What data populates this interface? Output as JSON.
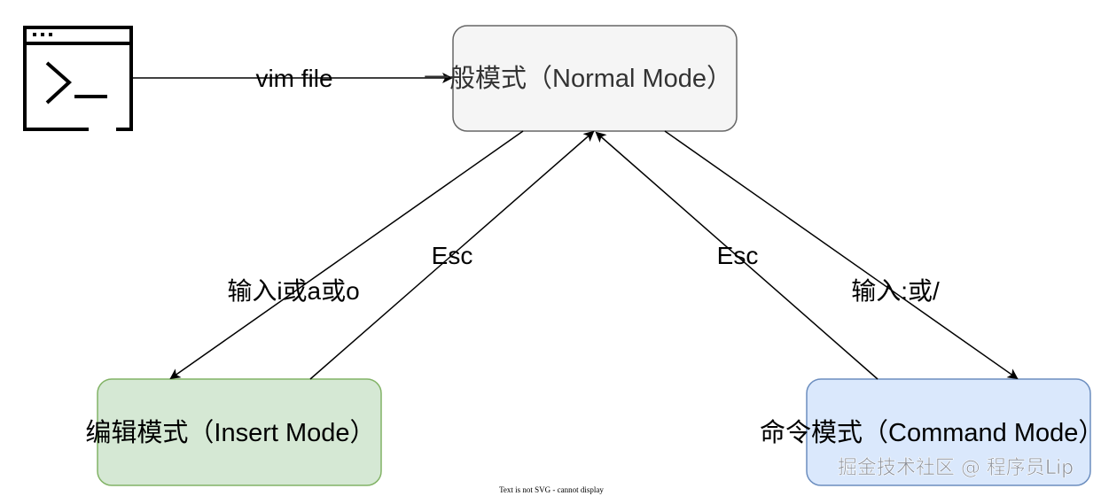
{
  "nodes": {
    "terminal": {
      "icon": "terminal-icon"
    },
    "normal": {
      "label": "一般模式（Normal Mode）",
      "fill": "#f5f5f5",
      "stroke": "#666666"
    },
    "insert": {
      "label": "编辑模式（Insert Mode）",
      "fill": "#d5e8d4",
      "stroke": "#82b366"
    },
    "command": {
      "label": "命令模式（Command Mode）",
      "fill": "#dae8fc",
      "stroke": "#6c8ebf"
    }
  },
  "edges": {
    "open": {
      "label": "vim file"
    },
    "to_insert": {
      "label": "输入i或a或o"
    },
    "insert_esc": {
      "label": "Esc"
    },
    "command_esc": {
      "label": "Esc"
    },
    "to_command": {
      "label": "输入:或/"
    }
  },
  "watermark": "掘金技术社区 @ 程序员Lip",
  "footer_note": "Text is not SVG - cannot display"
}
